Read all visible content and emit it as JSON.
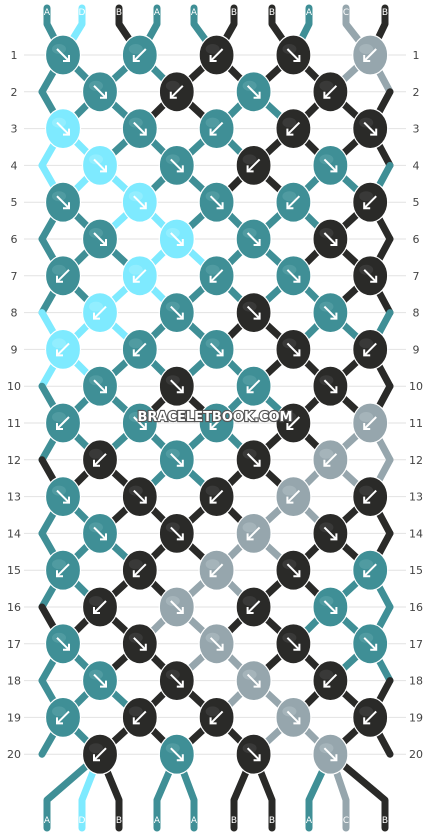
{
  "watermark": "BRACELETBOOK.COM",
  "row_labels": [
    "1",
    "2",
    "3",
    "4",
    "5",
    "6",
    "7",
    "8",
    "9",
    "10",
    "11",
    "12",
    "13",
    "14",
    "15",
    "16",
    "17",
    "18",
    "19",
    "20"
  ],
  "colors": {
    "A": "#3f8f96",
    "B": "#2a2a28",
    "C": "#96a6ad",
    "D": "#7eeaff"
  },
  "top_strands": [
    "A",
    "D",
    "B",
    "A",
    "A",
    "B",
    "B",
    "A",
    "C",
    "B"
  ],
  "bottom_strands": [
    "A",
    "D",
    "B",
    "A",
    "A",
    "B",
    "B",
    "A",
    "C",
    "B"
  ],
  "knot_rows": [
    [
      {
        "c": "A",
        "d": "r"
      },
      {
        "c": "A",
        "d": "l"
      },
      {
        "c": "B",
        "d": "l"
      },
      {
        "c": "B",
        "d": "r"
      },
      {
        "c": "C",
        "d": "l"
      }
    ],
    [
      {
        "c": "A",
        "d": "r"
      },
      {
        "c": "B",
        "d": "l"
      },
      {
        "c": "A",
        "d": "r"
      },
      {
        "c": "B",
        "d": "l"
      }
    ],
    [
      {
        "c": "D",
        "d": "r"
      },
      {
        "c": "A",
        "d": "r"
      },
      {
        "c": "A",
        "d": "l"
      },
      {
        "c": "B",
        "d": "l"
      },
      {
        "c": "B",
        "d": "r"
      }
    ],
    [
      {
        "c": "D",
        "d": "r"
      },
      {
        "c": "A",
        "d": "r"
      },
      {
        "c": "B",
        "d": "l"
      },
      {
        "c": "A",
        "d": "ri"
      }
    ],
    [
      {
        "c": "A",
        "d": "r"
      },
      {
        "c": "D",
        "d": "r"
      },
      {
        "c": "A",
        "d": "r"
      },
      {
        "c": "A",
        "d": "l"
      },
      {
        "c": "B",
        "d": "l"
      }
    ],
    [
      {
        "c": "A",
        "d": "r"
      },
      {
        "c": "D",
        "d": "ri"
      },
      {
        "c": "A",
        "d": "r"
      },
      {
        "c": "B",
        "d": "r"
      }
    ],
    [
      {
        "c": "A",
        "d": "l"
      },
      {
        "c": "D",
        "d": "l"
      },
      {
        "c": "A",
        "d": "l"
      },
      {
        "c": "A",
        "d": "r"
      },
      {
        "c": "B",
        "d": "r"
      }
    ],
    [
      {
        "c": "D",
        "d": "l"
      },
      {
        "c": "A",
        "d": "r"
      },
      {
        "c": "B",
        "d": "r"
      },
      {
        "c": "A",
        "d": "ri"
      }
    ],
    [
      {
        "c": "D",
        "d": "l"
      },
      {
        "c": "A",
        "d": "l"
      },
      {
        "c": "A",
        "d": "r"
      },
      {
        "c": "B",
        "d": "r"
      },
      {
        "c": "B",
        "d": "l"
      }
    ],
    [
      {
        "c": "A",
        "d": "r"
      },
      {
        "c": "B",
        "d": "r"
      },
      {
        "c": "A",
        "d": "l"
      },
      {
        "c": "B",
        "d": "r"
      }
    ],
    [
      {
        "c": "A",
        "d": "l"
      },
      {
        "c": "A",
        "d": "r"
      },
      {
        "c": "A",
        "d": "l"
      },
      {
        "c": "B",
        "d": "l"
      },
      {
        "c": "C",
        "d": "l"
      }
    ],
    [
      {
        "c": "B",
        "d": "l"
      },
      {
        "c": "A",
        "d": "r"
      },
      {
        "c": "B",
        "d": "r"
      },
      {
        "c": "C",
        "d": "l"
      }
    ],
    [
      {
        "c": "A",
        "d": "r"
      },
      {
        "c": "B",
        "d": "r"
      },
      {
        "c": "B",
        "d": "l"
      },
      {
        "c": "C",
        "d": "l"
      },
      {
        "c": "B",
        "d": "l"
      }
    ],
    [
      {
        "c": "A",
        "d": "r"
      },
      {
        "c": "B",
        "d": "r"
      },
      {
        "c": "C",
        "d": "l"
      },
      {
        "c": "B",
        "d": "r"
      }
    ],
    [
      {
        "c": "A",
        "d": "l"
      },
      {
        "c": "B",
        "d": "l"
      },
      {
        "c": "C",
        "d": "l"
      },
      {
        "c": "B",
        "d": "r"
      },
      {
        "c": "A",
        "d": "l"
      }
    ],
    [
      {
        "c": "B",
        "d": "l"
      },
      {
        "c": "C",
        "d": "r"
      },
      {
        "c": "B",
        "d": "l"
      },
      {
        "c": "A",
        "d": "r"
      }
    ],
    [
      {
        "c": "A",
        "d": "r"
      },
      {
        "c": "B",
        "d": "r"
      },
      {
        "c": "C",
        "d": "r"
      },
      {
        "c": "B",
        "d": "r"
      },
      {
        "c": "A",
        "d": "r"
      }
    ],
    [
      {
        "c": "A",
        "d": "r"
      },
      {
        "c": "B",
        "d": "r"
      },
      {
        "c": "C",
        "d": "r"
      },
      {
        "c": "B",
        "d": "l"
      }
    ],
    [
      {
        "c": "A",
        "d": "l"
      },
      {
        "c": "B",
        "d": "l"
      },
      {
        "c": "B",
        "d": "l"
      },
      {
        "c": "C",
        "d": "r"
      },
      {
        "c": "B",
        "d": "l"
      }
    ],
    [
      {
        "c": "B",
        "d": "l"
      },
      {
        "c": "A",
        "d": "r"
      },
      {
        "c": "B",
        "d": "r"
      },
      {
        "c": "C",
        "d": "r"
      }
    ]
  ]
}
